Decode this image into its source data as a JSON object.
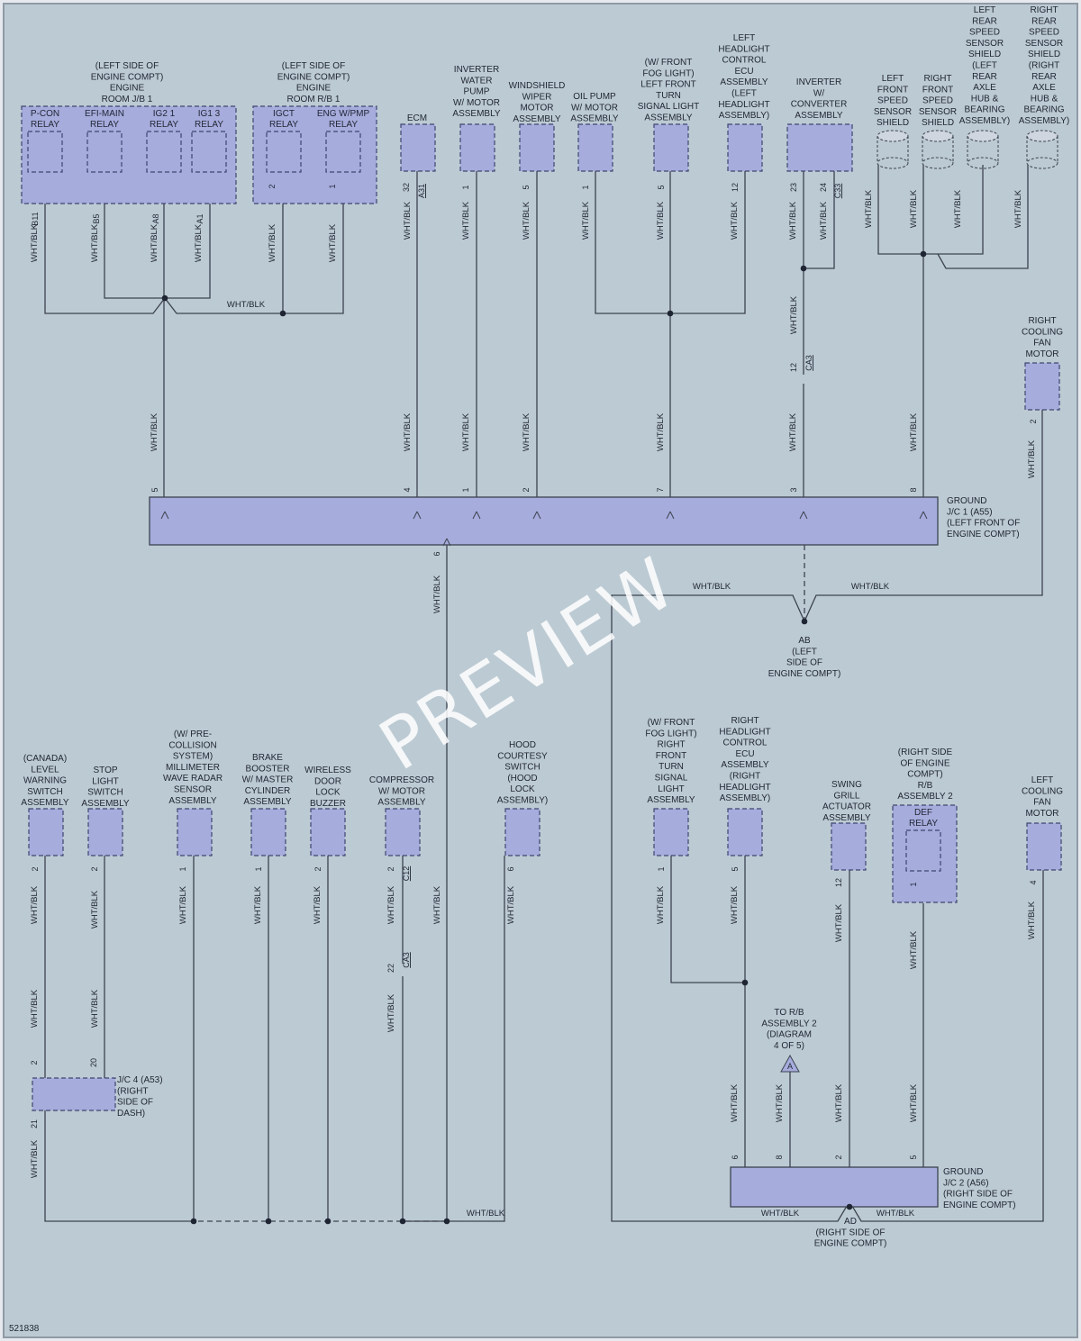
{
  "diagram_id": "521838",
  "watermark": "PREVIEW",
  "wire_label": "WHT/BLK",
  "colors": {
    "background": "#bccad3",
    "component_fill": "#a6acdc",
    "line": "#3c4350"
  },
  "components": [
    {
      "lines": [
        "(LEFT SIDE OF",
        "ENGINE COMPT)",
        "ENGINE",
        "ROOM J/B 1"
      ]
    },
    {
      "lines": [
        "P-CON",
        "RELAY"
      ]
    },
    {
      "lines": [
        "EFI-MAIN",
        "RELAY"
      ]
    },
    {
      "lines": [
        "IG2 1",
        "RELAY"
      ]
    },
    {
      "lines": [
        "IG1 3",
        "RELAY"
      ]
    },
    {
      "lines": [
        "(LEFT SIDE OF",
        "ENGINE COMPT)",
        "ENGINE",
        "ROOM R/B 1"
      ]
    },
    {
      "lines": [
        "IGCT",
        "RELAY"
      ]
    },
    {
      "lines": [
        "ENG W/PMP",
        "RELAY"
      ]
    },
    {
      "lines": [
        "ECM"
      ]
    },
    {
      "lines": [
        "INVERTER",
        "WATER",
        "PUMP",
        "W/ MOTOR",
        "ASSEMBLY"
      ]
    },
    {
      "lines": [
        "WINDSHIELD",
        "WIPER",
        "MOTOR",
        "ASSEMBLY"
      ]
    },
    {
      "lines": [
        "OIL PUMP",
        "W/ MOTOR",
        "ASSEMBLY"
      ]
    },
    {
      "lines": [
        "(W/ FRONT",
        "FOG LIGHT)",
        "LEFT FRONT",
        "TURN",
        "SIGNAL LIGHT",
        "ASSEMBLY"
      ]
    },
    {
      "lines": [
        "LEFT",
        "HEADLIGHT",
        "CONTROL",
        "ECU",
        "ASSEMBLY",
        "(LEFT",
        "HEADLIGHT",
        "ASSEMBLY)"
      ]
    },
    {
      "lines": [
        "INVERTER",
        "W/",
        "CONVERTER",
        "ASSEMBLY"
      ]
    },
    {
      "lines": [
        "LEFT",
        "FRONT",
        "SPEED",
        "SENSOR",
        "SHIELD"
      ]
    },
    {
      "lines": [
        "RIGHT",
        "FRONT",
        "SPEED",
        "SENSOR",
        "SHIELD"
      ]
    },
    {
      "lines": [
        "LEFT",
        "REAR",
        "SPEED",
        "SENSOR",
        "SHIELD",
        "(LEFT",
        "REAR",
        "AXLE",
        "HUB &",
        "BEARING",
        "ASSEMBLY)"
      ]
    },
    {
      "lines": [
        "RIGHT",
        "REAR",
        "SPEED",
        "SENSOR",
        "SHIELD",
        "(RIGHT",
        "REAR",
        "AXLE",
        "HUB &",
        "BEARING",
        "ASSEMBLY)"
      ]
    },
    {
      "lines": [
        "RIGHT",
        "COOLING",
        "FAN",
        "MOTOR"
      ]
    },
    {
      "lines": [
        "GROUND",
        "J/C 1 (A55)",
        "(LEFT FRONT OF",
        "ENGINE COMPT)"
      ]
    },
    {
      "lines": [
        "AB",
        "(LEFT",
        "SIDE OF",
        "ENGINE COMPT)"
      ]
    },
    {
      "lines": [
        "(CANADA)",
        "LEVEL",
        "WARNING",
        "SWITCH",
        "ASSEMBLY"
      ]
    },
    {
      "lines": [
        "STOP",
        "LIGHT",
        "SWITCH",
        "ASSEMBLY"
      ]
    },
    {
      "lines": [
        "(W/ PRE-",
        "COLLISION",
        "SYSTEM)",
        "MILLIMETER",
        "WAVE RADAR",
        "SENSOR",
        "ASSEMBLY"
      ]
    },
    {
      "lines": [
        "BRAKE",
        "BOOSTER",
        "W/ MASTER",
        "CYLINDER",
        "ASSEMBLY"
      ]
    },
    {
      "lines": [
        "WIRELESS",
        "DOOR",
        "LOCK",
        "BUZZER"
      ]
    },
    {
      "lines": [
        "COMPRESSOR",
        "W/ MOTOR",
        "ASSEMBLY"
      ]
    },
    {
      "lines": [
        "HOOD",
        "COURTESY",
        "SWITCH",
        "(HOOD",
        "LOCK",
        "ASSEMBLY)"
      ]
    },
    {
      "lines": [
        "(W/ FRONT",
        "FOG LIGHT)",
        "RIGHT",
        "FRONT",
        "TURN",
        "SIGNAL",
        "LIGHT",
        "ASSEMBLY"
      ]
    },
    {
      "lines": [
        "RIGHT",
        "HEADLIGHT",
        "CONTROL",
        "ECU",
        "ASSEMBLY",
        "(RIGHT",
        "HEADLIGHT",
        "ASSEMBLY)"
      ]
    },
    {
      "lines": [
        "SWING",
        "GRILL",
        "ACTUATOR",
        "ASSEMBLY"
      ]
    },
    {
      "lines": [
        "(RIGHT SIDE",
        "OF ENGINE",
        "COMPT)",
        "R/B",
        "ASSEMBLY 2"
      ]
    },
    {
      "lines": [
        "DEF",
        "RELAY"
      ]
    },
    {
      "lines": [
        "LEFT",
        "COOLING",
        "FAN",
        "MOTOR"
      ]
    },
    {
      "lines": [
        "J/C 4 (A53)",
        "(RIGHT",
        "SIDE OF",
        "DASH)"
      ]
    },
    {
      "lines": [
        "TO R/B",
        "ASSEMBLY 2",
        "(DIAGRAM",
        "4 OF 5)"
      ]
    },
    {
      "lines": [
        "GROUND",
        "J/C 2 (A56)",
        "(RIGHT SIDE OF",
        "ENGINE COMPT)"
      ]
    },
    {
      "lines": [
        "AD",
        "(RIGHT SIDE OF",
        "ENGINE COMPT)"
      ]
    }
  ],
  "pins": [
    "B11",
    "B5",
    "A8",
    "A1",
    "2",
    "1",
    "32",
    "1",
    "5",
    "1",
    "5",
    "12",
    "23",
    "24",
    "12",
    "2",
    "5",
    "4",
    "1",
    "2",
    "7",
    "3",
    "8",
    "6",
    "2",
    "2",
    "1",
    "1",
    "2",
    "2",
    "6",
    "1",
    "5",
    "12",
    "1",
    "4",
    "2",
    "20",
    "21",
    "22",
    "6",
    "8",
    "2",
    "5"
  ],
  "connectors": [
    "A31",
    "C33",
    "CA3",
    "C12",
    "CA3"
  ],
  "flag": "A"
}
